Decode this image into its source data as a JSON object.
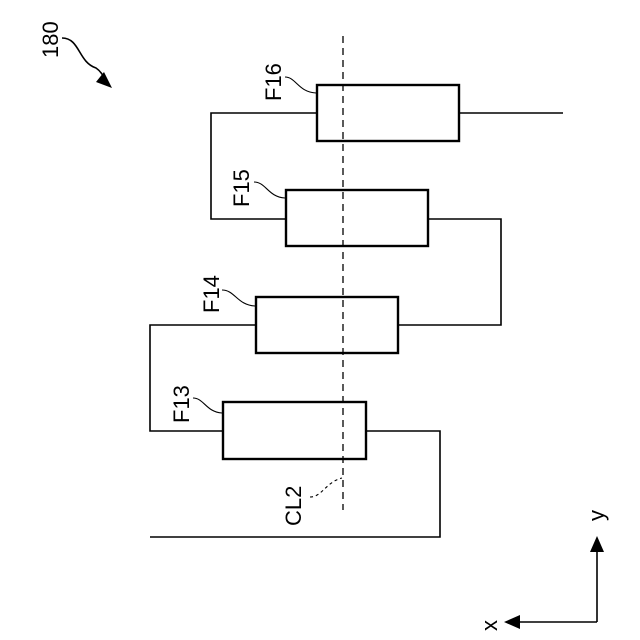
{
  "figure": {
    "reference_numeral": "180",
    "filters": [
      {
        "label": "F13"
      },
      {
        "label": "F14"
      },
      {
        "label": "F15"
      },
      {
        "label": "F16"
      }
    ],
    "centerline": {
      "label": "CL2"
    },
    "axes": {
      "x_label": "x",
      "y_label": "y"
    }
  }
}
